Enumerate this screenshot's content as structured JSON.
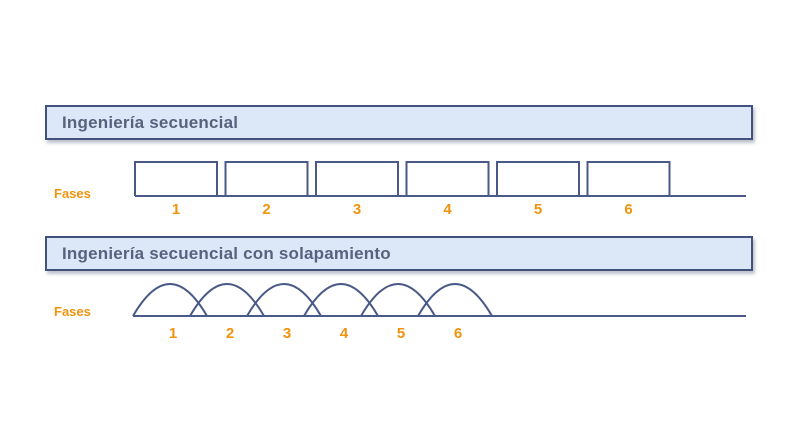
{
  "sections": [
    {
      "title": "Ingeniería secuencial",
      "axis_label": "Fases",
      "diagram_type": "square-wave-timeline",
      "phases": [
        "1",
        "2",
        "3",
        "4",
        "5",
        "6"
      ]
    },
    {
      "title": "Ingeniería secuencial con solapamiento",
      "axis_label": "Fases",
      "diagram_type": "overlapping-arcs-timeline",
      "phases": [
        "1",
        "2",
        "3",
        "4",
        "5",
        "6"
      ]
    }
  ],
  "colors": {
    "line": "#4a5a88",
    "header_fill": "#dce8f7",
    "header_border": "#42527d",
    "header_text": "#59617f",
    "phase_label": "#f0930f",
    "background": "#ffffff"
  }
}
